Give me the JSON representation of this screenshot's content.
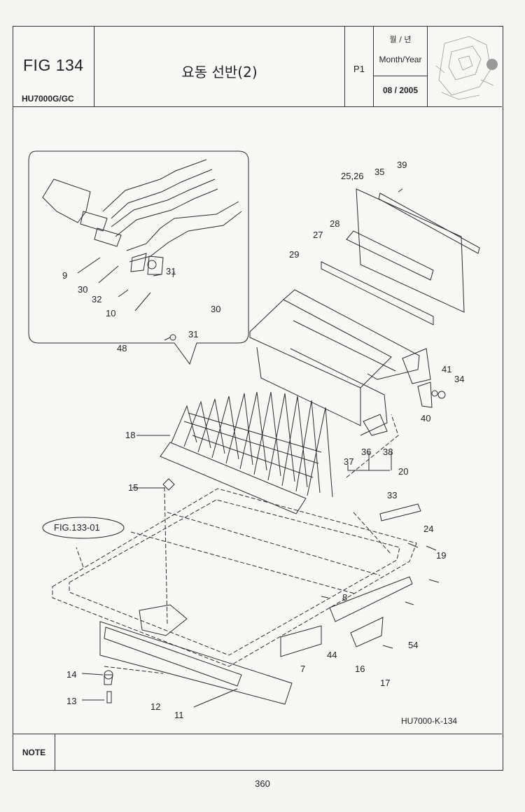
{
  "header": {
    "figure": "FIG 134",
    "model": "HU7000G/GC",
    "title": "요동 선반(2)",
    "page": "P1",
    "date_label_korean": "월 / 년",
    "date_label_english": "Month/Year",
    "date_value": "08 / 2005"
  },
  "diagram": {
    "callouts": [
      "9",
      "30",
      "32",
      "31",
      "10",
      "30",
      "31",
      "48",
      "39",
      "35",
      "25,26",
      "28",
      "27",
      "29",
      "41",
      "34",
      "40",
      "36",
      "38",
      "37",
      "20",
      "18",
      "15",
      "FIG.133-01",
      "33",
      "24",
      "19",
      "8",
      "54",
      "7",
      "44",
      "16",
      "17",
      "14",
      "13",
      "12",
      "11"
    ],
    "drawing_code": "HU7000-K-134"
  },
  "note": {
    "label": "NOTE",
    "value": ""
  },
  "footer": {
    "page_number": "360"
  }
}
